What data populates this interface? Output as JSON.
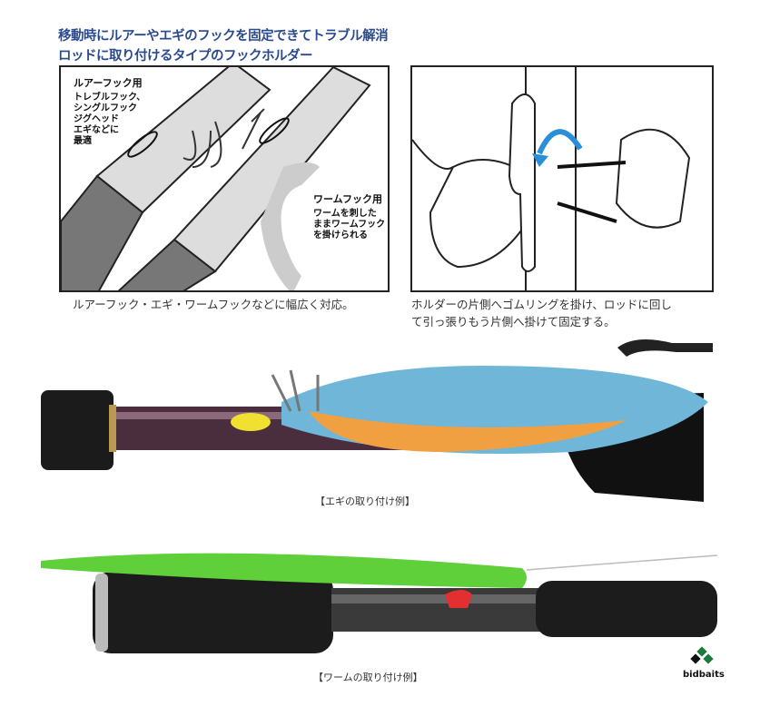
{
  "headline": {
    "line1": "移動時にルアーやエギのフックを固定できてトラブル解消",
    "line2": "ロッドに取り付けるタイプのフックホルダー"
  },
  "left_panel": {
    "lure_title": "ルアーフック用",
    "lure_lines": [
      "トレブルフック、",
      "シングルフック",
      "ジグヘッド",
      "エギなどに",
      "最適"
    ],
    "worm_title": "ワームフック用",
    "worm_lines": [
      "ワームを刺した",
      "ままワームフック",
      "を掛けられる"
    ],
    "caption": "ルアーフック・エギ・ワームフックなどに幅広く対応。"
  },
  "right_panel": {
    "caption_line1": "ホルダーの片側へゴムリングを掛け、ロッドに回し",
    "caption_line2": "て引っ張りもう片側へ掛けて固定する。"
  },
  "egi_photo": {
    "caption": "【エギの取り付け例】"
  },
  "worm_photo": {
    "caption": "【ワームの取り付け例】"
  },
  "watermark": {
    "text": "bidbaits"
  }
}
